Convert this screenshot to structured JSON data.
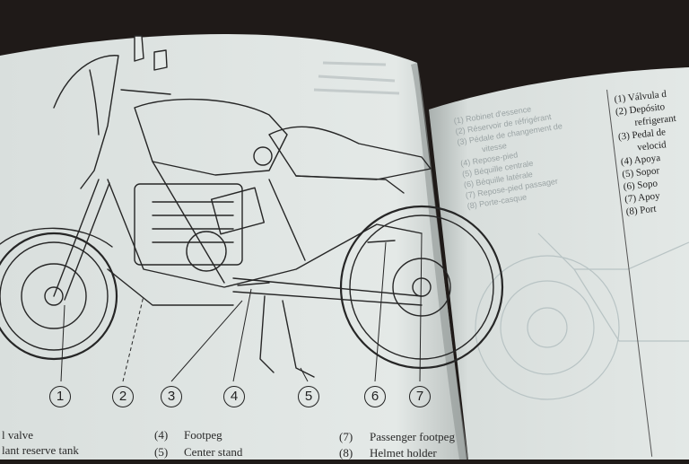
{
  "callouts": [
    "1",
    "2",
    "3",
    "4",
    "5",
    "6",
    "7"
  ],
  "legend_left": [
    {
      "num": "(4)",
      "text": "Footpeg"
    },
    {
      "num": "(5)",
      "text": "Center stand"
    },
    {
      "num": "(7)",
      "text": "Passenger footpeg"
    },
    {
      "num": "(8)",
      "text": "Helmet holder"
    }
  ],
  "legend_left_partial": [
    "l valve",
    "lant reserve tank"
  ],
  "french_list": [
    "Robinet d'essence",
    "Réservoir de réfrigérant",
    "Pédale de changement de",
    "vitesse",
    "Repose-pied",
    "Béquille centrale",
    "Béquille latérale",
    "Repose-pied passager",
    "Porte-casque"
  ],
  "french_nums": [
    "(1)",
    "(2)",
    "(3)",
    "",
    "(4)",
    "(5)",
    "(6)",
    "(7)",
    "(8)"
  ],
  "spanish_list": [
    {
      "num": "(1)",
      "text": "Válvula d"
    },
    {
      "num": "(2)",
      "text": "Depósito"
    },
    {
      "num": "",
      "text": "refrigerant"
    },
    {
      "num": "(3)",
      "text": "Pedal de"
    },
    {
      "num": "",
      "text": "velocid"
    },
    {
      "num": "(4)",
      "text": "Apoya"
    },
    {
      "num": "(5)",
      "text": "Sopor"
    },
    {
      "num": "(6)",
      "text": "Sopo"
    },
    {
      "num": "(7)",
      "text": "Apoy"
    },
    {
      "num": "(8)",
      "text": "Port"
    }
  ]
}
